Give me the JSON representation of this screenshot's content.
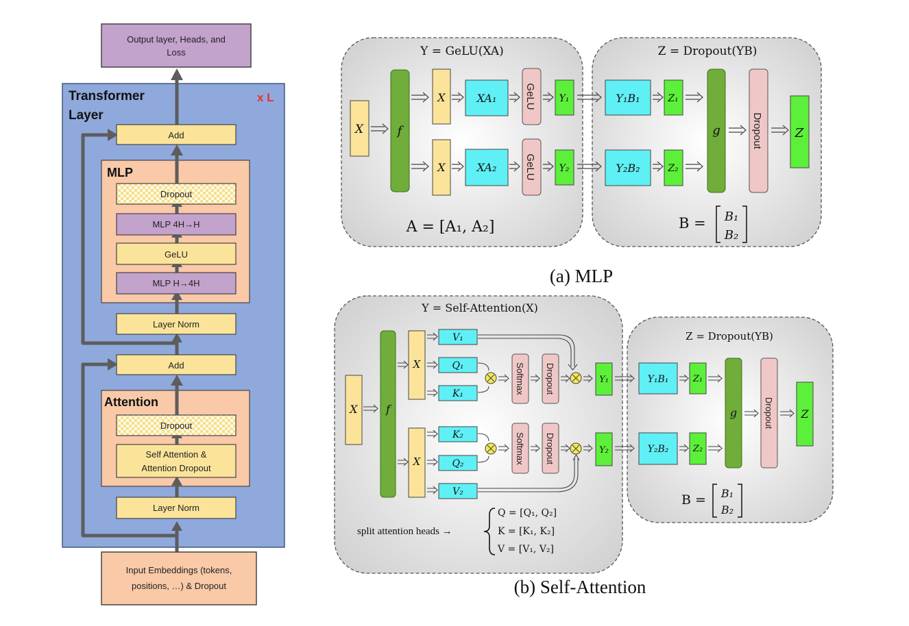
{
  "left": {
    "output": [
      "Output layer, Heads, and",
      "Loss"
    ],
    "transformer_layer": [
      "Transformer",
      "Layer"
    ],
    "repeat": "x L",
    "add_top": "Add",
    "mlp_title": "MLP",
    "mlp_dropout": "Dropout",
    "mlp_4h_h": "MLP 4H→H",
    "gelu": "GeLU",
    "mlp_h_4h": "MLP H→4H",
    "layer_norm_top": "Layer Norm",
    "add_bottom": "Add",
    "attention_title": "Attention",
    "attn_dropout": "Dropout",
    "self_attention": [
      "Self Attention &",
      "Attention Dropout"
    ],
    "layer_norm_bottom": "Layer Norm",
    "input": [
      "Input Embeddings (tokens,",
      "positions, …) & Dropout"
    ]
  },
  "mlp": {
    "caption": "(a) MLP",
    "left_title": "Y = GeLU(XA)",
    "right_title": "Z = Dropout(YB)",
    "x": "X",
    "f": "f",
    "g": "g",
    "xa1": "XA₁",
    "xa2": "XA₂",
    "gelu": "GeLU",
    "y1": "Y₁",
    "y2": "Y₂",
    "y1b1": "Y₁B₁",
    "y2b2": "Y₂B₂",
    "z1": "Z₁",
    "z2": "Z₂",
    "dropout": "Dropout",
    "z": "Z",
    "a_eq": "A = [A₁, A₂]",
    "b_eq": "B =",
    "b1": "B₁",
    "b2": "B₂"
  },
  "attn": {
    "caption": "(b) Self-Attention",
    "left_title": "Y = Self-Attention(X)",
    "right_title": "Z = Dropout(YB)",
    "x": "X",
    "f": "f",
    "g": "g",
    "v1": "V₁",
    "q1": "Q₁",
    "k1": "K₁",
    "k2": "K₂",
    "q2": "Q₂",
    "v2": "V₂",
    "softmax": "Softmax",
    "dropout": "Dropout",
    "y1": "Y₁",
    "y2": "Y₂",
    "y1b1": "Y₁B₁",
    "y2b2": "Y₂B₂",
    "z1": "Z₁",
    "z2": "Z₂",
    "z": "Z",
    "b_eq": "B =",
    "b1": "B₁",
    "b2": "B₂",
    "split_label": "split attention heads →",
    "q_eq": "Q = [Q₁, Q₂]",
    "k_eq": "K = [K₁, K₂]",
    "v_eq": "V = [V₁, V₂]"
  },
  "colors": {
    "layer_blue": "#8fa9dc",
    "block_peach": "#f9c9a8",
    "box_yellow": "#fbe49a",
    "box_purple": "#c3a2cc",
    "f_green": "#70ad3a",
    "cyan": "#5ff0f5",
    "bright_green": "#5df03a",
    "pink": "#f0c7c7",
    "panel_gray": "#e4e4e4",
    "red_text": "#e8312b"
  }
}
